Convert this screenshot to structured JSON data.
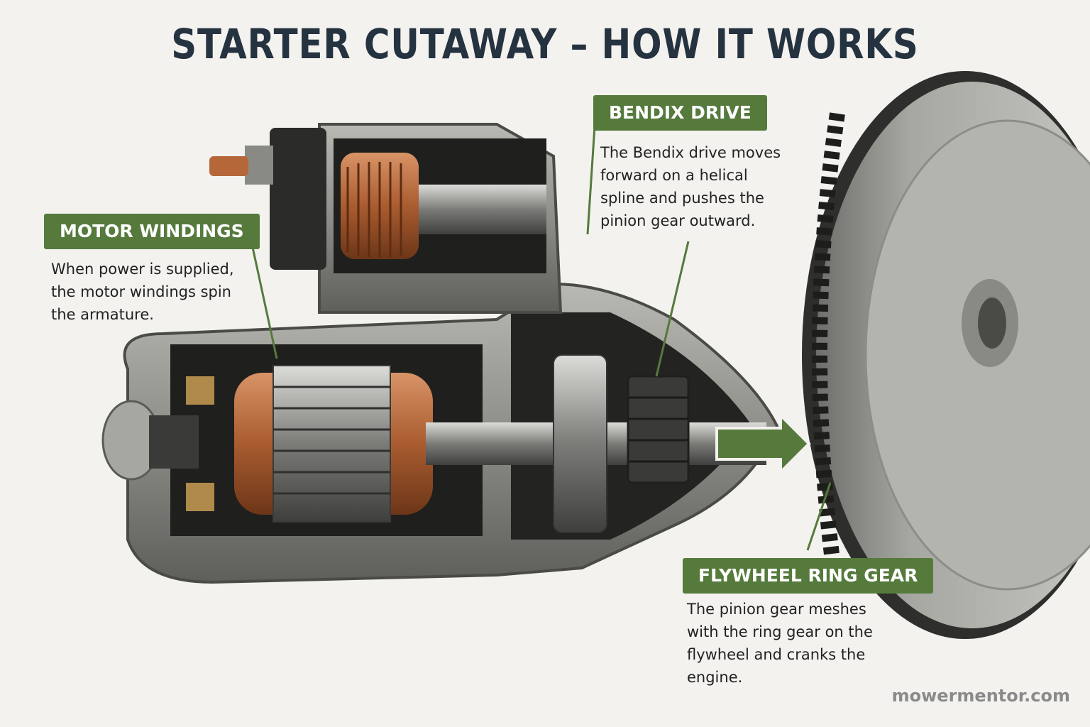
{
  "title": "STARTER CUTAWAY – HOW IT WORKS",
  "callouts": {
    "motor_windings": {
      "label": "MOTOR WINDINGS",
      "text": "When power is supplied, the motor windings spin the armature."
    },
    "bendix_drive": {
      "label": "BENDIX DRIVE",
      "text": "The Bendix drive moves forward on a helical spline and pushes the pinion gear outward."
    },
    "flywheel_ring_gear": {
      "label": "FLYWHEEL RING GEAR",
      "text": "The pinion gear meshes with the ring gear on the flywheel and cranks the engine."
    }
  },
  "watermark": "mowermentor.com",
  "colors": {
    "accent_green": "#557a3c",
    "title_dark": "#253240",
    "copper": "#b5673a",
    "metal": "#8c8c88"
  }
}
